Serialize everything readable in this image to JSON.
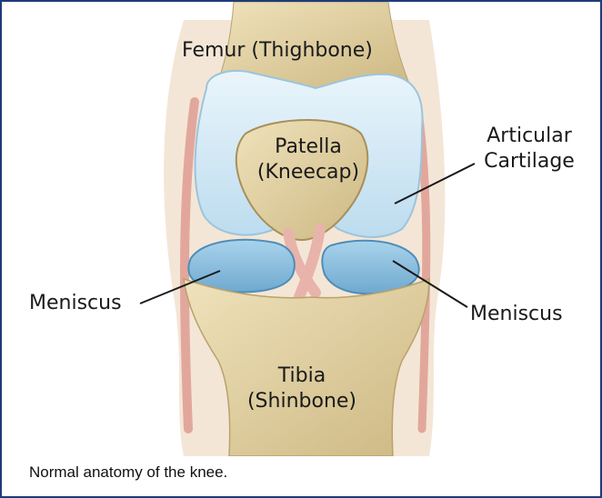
{
  "diagram": {
    "labels": {
      "femur": "Femur (Thighbone)",
      "patella_line1": "Patella",
      "patella_line2": "(Kneecap)",
      "cartilage_line1": "Articular",
      "cartilage_line2": "Cartilage",
      "meniscus_left": "Meniscus",
      "meniscus_right": "Meniscus",
      "tibia_line1": "Tibia",
      "tibia_line2": "(Shinbone)"
    },
    "colors": {
      "border": "#1f3b7a",
      "bone": "#e6d7ac",
      "bone_shadow": "#cdb883",
      "cartilage": "#cfe6f3",
      "meniscus": "#8fc3e2",
      "ligament": "#e8b3aa",
      "skin": "#efd9c3"
    }
  },
  "caption": "Normal anatomy of the knee."
}
